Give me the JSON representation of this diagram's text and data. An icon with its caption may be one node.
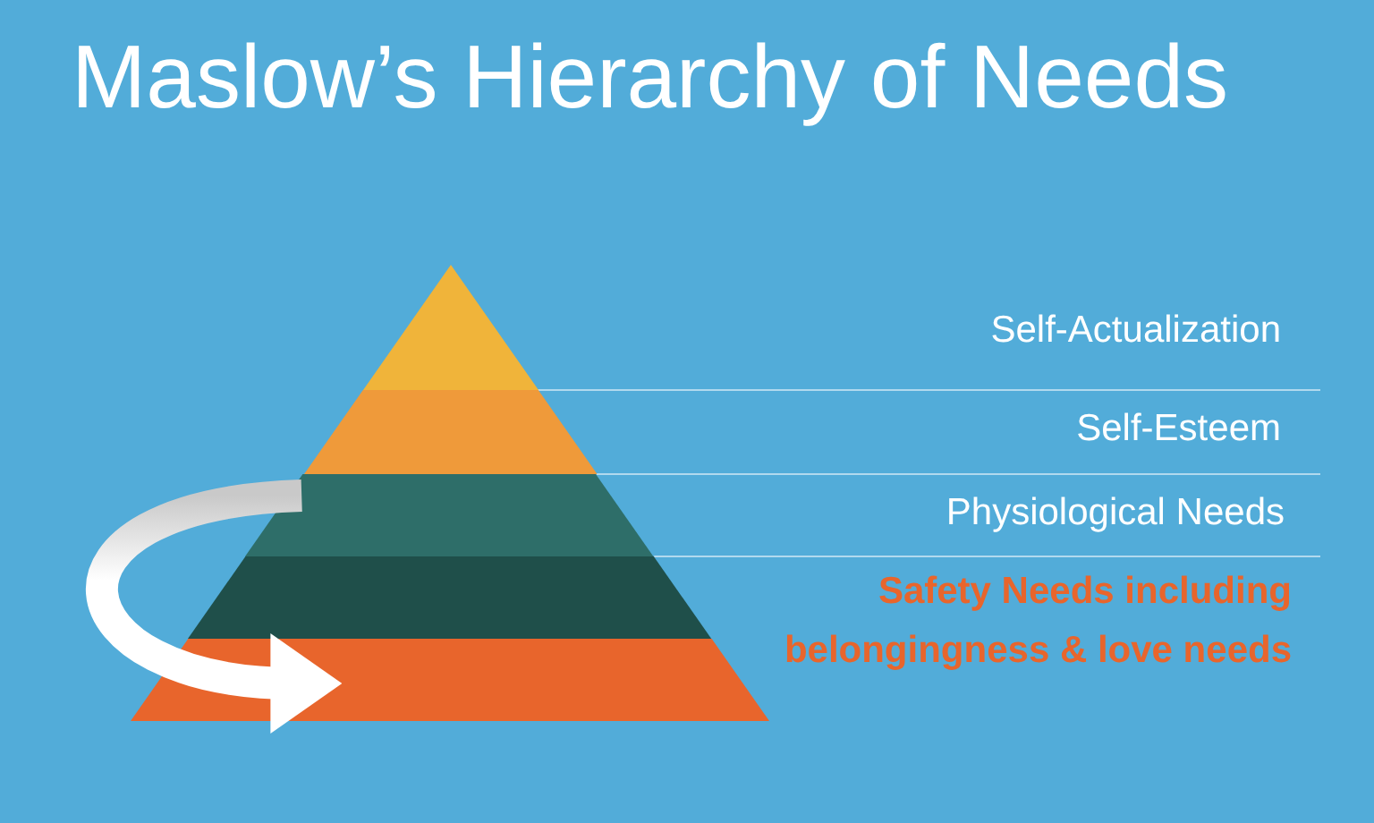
{
  "diagram": {
    "title": "Maslow’s Hierarchy of Needs",
    "nodes": [
      {
        "text": [],
        "shape": "triangle"
      },
      {
        "text": [],
        "shape": "bar"
      },
      {
        "text": [],
        "shape": "bar"
      },
      {
        "text": [],
        "shape": "bar"
      },
      {
        "text": [],
        "shape": "bar"
      }
    ],
    "edges": [
      {
        "from": 2,
        "to": 4,
        "arrow": "to",
        "style": "thick"
      }
    ],
    "labels": [
      "Self-Actualization",
      "Self-Esteem",
      "Physiological Needs",
      "Safety Needs including belongingness & love needs"
    ]
  }
}
